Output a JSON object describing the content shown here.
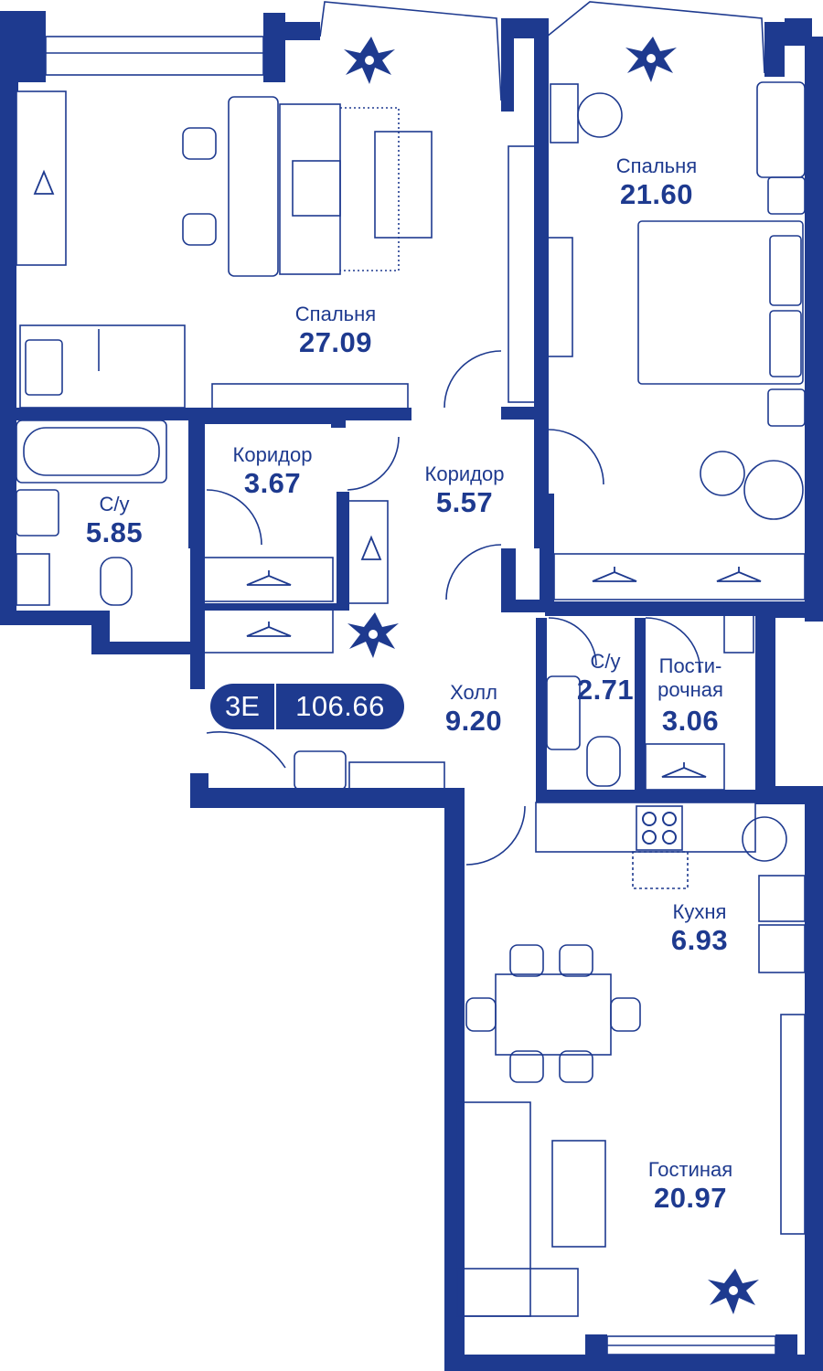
{
  "colors": {
    "wall": "#1e3a8f",
    "furniture": "#1e3a8f",
    "background": "#ffffff"
  },
  "badge": {
    "type": "3E",
    "area": "106.66"
  },
  "rooms": [
    {
      "id": "bedroom-1",
      "name": "Спальня",
      "area": "27.09"
    },
    {
      "id": "bedroom-2",
      "name": "Спальня",
      "area": "21.60"
    },
    {
      "id": "corridor-1",
      "name": "Коридор",
      "area": "3.67"
    },
    {
      "id": "corridor-2",
      "name": "Коридор",
      "area": "5.57"
    },
    {
      "id": "bathroom-1",
      "name": "С/у",
      "area": "5.85"
    },
    {
      "id": "bathroom-2",
      "name": "С/у",
      "area": "2.71"
    },
    {
      "id": "laundry",
      "name_line1": "Пости-",
      "name_line2": "рочная",
      "area": "3.06"
    },
    {
      "id": "hall",
      "name": "Холл",
      "area": "9.20"
    },
    {
      "id": "kitchen",
      "name": "Кухня",
      "area": "6.93"
    },
    {
      "id": "living",
      "name": "Гостиная",
      "area": "20.97"
    }
  ],
  "icons": [
    "hanger-icon",
    "plant-icon",
    "toilet-icon",
    "sink-icon",
    "bathtub-icon",
    "bed-icon",
    "sofa-icon",
    "stove-icon",
    "chair-icon",
    "table-icon"
  ]
}
